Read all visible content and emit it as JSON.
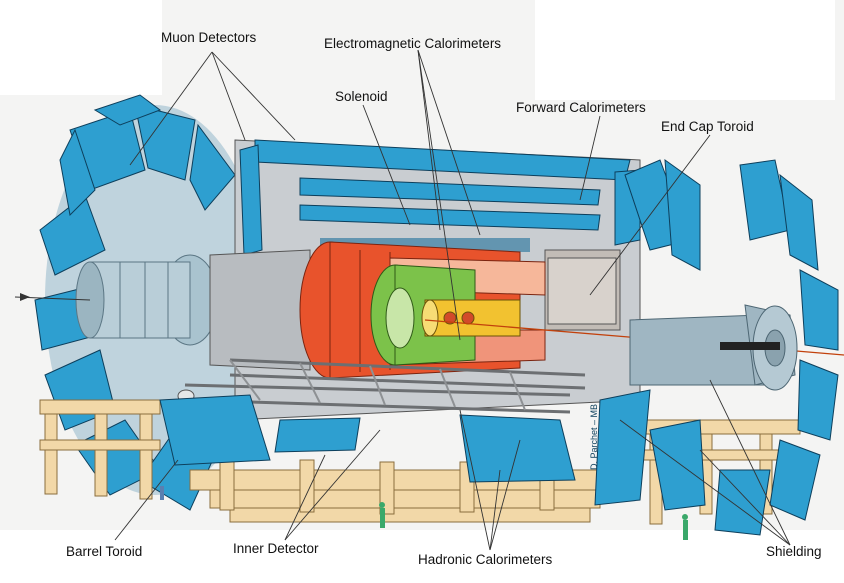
{
  "labels": {
    "muon_detectors": "Muon Detectors",
    "electromagnetic_calorimeters": "Electromagnetic Calorimeters",
    "solenoid": "Solenoid",
    "forward_calorimeters": "Forward Calorimeters",
    "end_cap_toroid": "End Cap Toroid",
    "barrel_toroid": "Barrel Toroid",
    "inner_detector": "Inner Detector",
    "hadronic_calorimeters": "Hadronic Calorimeters",
    "shielding": "Shielding"
  },
  "credit": "D. Parchet – MB",
  "colors": {
    "muon_chambers": "#2e9fd0",
    "muon_dark": "#1f6f9a",
    "frame_metal": "#c9cdd1",
    "support_beams": "#f2d8a8",
    "hadronic": "#e8532c",
    "hadronic_light": "#f6b79a",
    "em_calorimeter": "#7cc24a",
    "em_light": "#c8e6a8",
    "end_cap": "#9fb6c2",
    "inner_detector": "#f2c230",
    "beam_pipe": "#a9c3cf"
  }
}
